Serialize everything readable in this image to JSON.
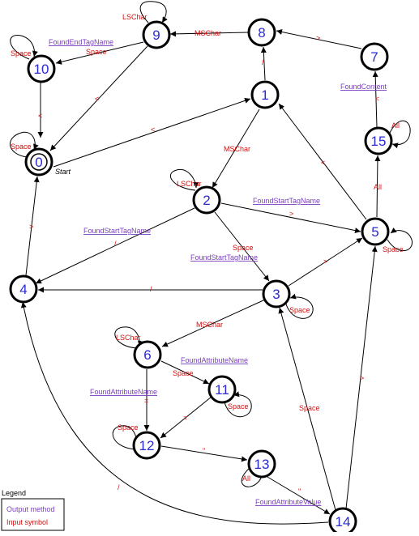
{
  "states": [
    "0",
    "1",
    "2",
    "3",
    "4",
    "5",
    "6",
    "7",
    "8",
    "9",
    "10",
    "11",
    "12",
    "13",
    "14",
    "15"
  ],
  "start_label": "Start",
  "transitions": [
    {
      "id": "t-10-0",
      "input": "<"
    },
    {
      "id": "t-9-0",
      "input": "<"
    },
    {
      "id": "t-0-1",
      "input": "<"
    },
    {
      "id": "t-1-8",
      "input": "/"
    },
    {
      "id": "t-8-9",
      "input": "MSChar"
    },
    {
      "id": "t-9-10",
      "input": "Space",
      "method": "FoundEndTagName"
    },
    {
      "id": "t-7-8",
      "input": ">"
    },
    {
      "id": "t-15-7",
      "input": "<",
      "method": "FoundContent"
    },
    {
      "id": "t-5-15",
      "input": "All"
    },
    {
      "id": "t-5-1",
      "input": "<"
    },
    {
      "id": "t-1-2",
      "input": "MSChar"
    },
    {
      "id": "t-2-5",
      "input": ">",
      "method": "FoundStartTagName"
    },
    {
      "id": "t-2-4",
      "input": "/",
      "method": "FoundStartTagName"
    },
    {
      "id": "t-2-3",
      "input": "Space",
      "method": "FoundStartTagName"
    },
    {
      "id": "t-3-5",
      "input": ">"
    },
    {
      "id": "t-3-4",
      "input": "/"
    },
    {
      "id": "t-4-0",
      "input": ">"
    },
    {
      "id": "t-3-6",
      "input": "MSChar"
    },
    {
      "id": "t-6-11",
      "input": "Space",
      "method": "FoundAttributeName"
    },
    {
      "id": "t-6-12",
      "input": "=",
      "method": "FoundAttributeName"
    },
    {
      "id": "t-11-12",
      "input": "="
    },
    {
      "id": "t-12-13",
      "input": "\""
    },
    {
      "id": "t-13-14",
      "input": "\"",
      "method": "FoundAttributeValue"
    },
    {
      "id": "t-14-5",
      "input": ">"
    },
    {
      "id": "t-14-3",
      "input": "Space"
    },
    {
      "id": "t-14-4",
      "input": "/"
    }
  ],
  "self_loops": [
    {
      "id": "loop-10",
      "input": "Space"
    },
    {
      "id": "loop-0",
      "input": "Space"
    },
    {
      "id": "loop-9",
      "input": "LSChar"
    },
    {
      "id": "loop-2",
      "input": "LSChar"
    },
    {
      "id": "loop-5",
      "input": "Space"
    },
    {
      "id": "loop-15",
      "input": "All"
    },
    {
      "id": "loop-3",
      "input": "Space"
    },
    {
      "id": "loop-6",
      "input": "LSChar"
    },
    {
      "id": "loop-11",
      "input": "Space"
    },
    {
      "id": "loop-12",
      "input": "Space"
    },
    {
      "id": "loop-13",
      "input": "All"
    }
  ],
  "legend": {
    "title": "Legend",
    "method_label": "Output method",
    "input_label": "Input symbol"
  },
  "colors": {
    "state_text": "#2a2ad6",
    "input": "#d01010",
    "method": "#7a3fbf"
  }
}
